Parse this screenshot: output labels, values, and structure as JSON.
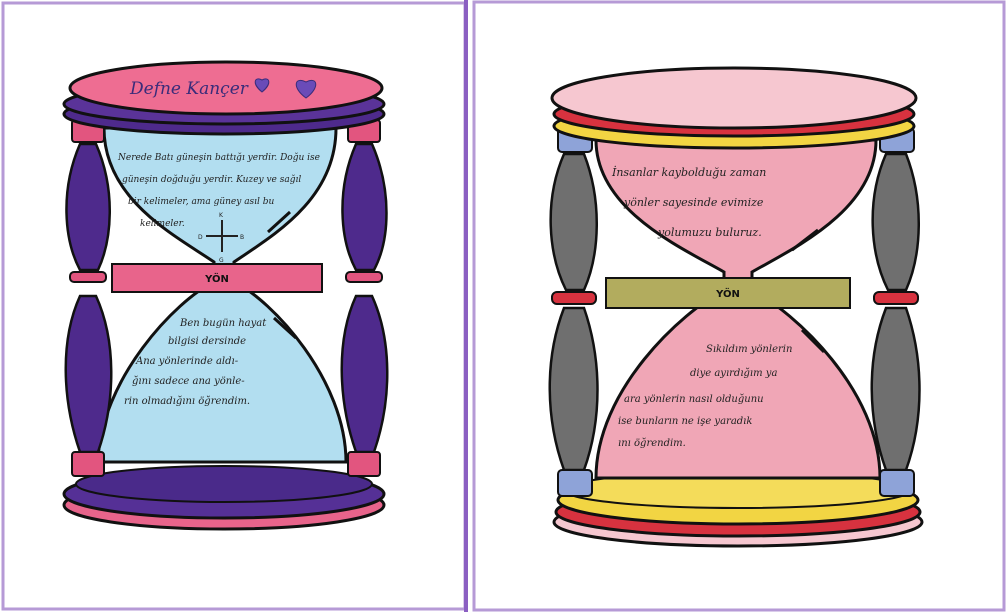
{
  "left_drawing": {
    "name_on_lid": "Defne Kançer",
    "band_label": "YÖN",
    "upper_text": [
      "Nerede Batı güneşin battığı yerdir. Doğu ise",
      "güneşin doğduğu yerdir. Kuzey ve sağıl",
      "bir kelimeler, ama güney asıl bu",
      "kelimeler."
    ],
    "compass_letters": [
      "K",
      "D",
      "B",
      "G"
    ],
    "lower_text": [
      "Ben bugün hayat",
      "bilgisi dersinde",
      "Ana yönlerinde aldı-",
      "ğını sadece ana yönle-",
      "rin olmadığını öğrendim."
    ],
    "colors": {
      "lid": "#ee6d92",
      "frame": "#4e2a8c",
      "rings": "#e2557f",
      "sand": "#aedcef"
    }
  },
  "right_drawing": {
    "band_label": "YÖN",
    "upper_text": [
      "İnsanlar kaybolduğu zaman",
      "yönler sayesinde evimize",
      "yolumuzu buluruz."
    ],
    "lower_text": [
      "Sıkıldım yönlerin",
      "diye ayırdığım ya",
      "ara yönlerin nasıl olduğunu",
      "ise bunların ne işe yaradık",
      "ını öğrendim."
    ],
    "colors": {
      "lid": "#f6c7d0",
      "ring_yellow": "#f2d543",
      "ring_red": "#d7323f",
      "pillars": "#6f6f6f",
      "pillar_caps": "#8ea3d8",
      "sand": "#f0a6b6",
      "band": "#b2ac5e"
    }
  }
}
